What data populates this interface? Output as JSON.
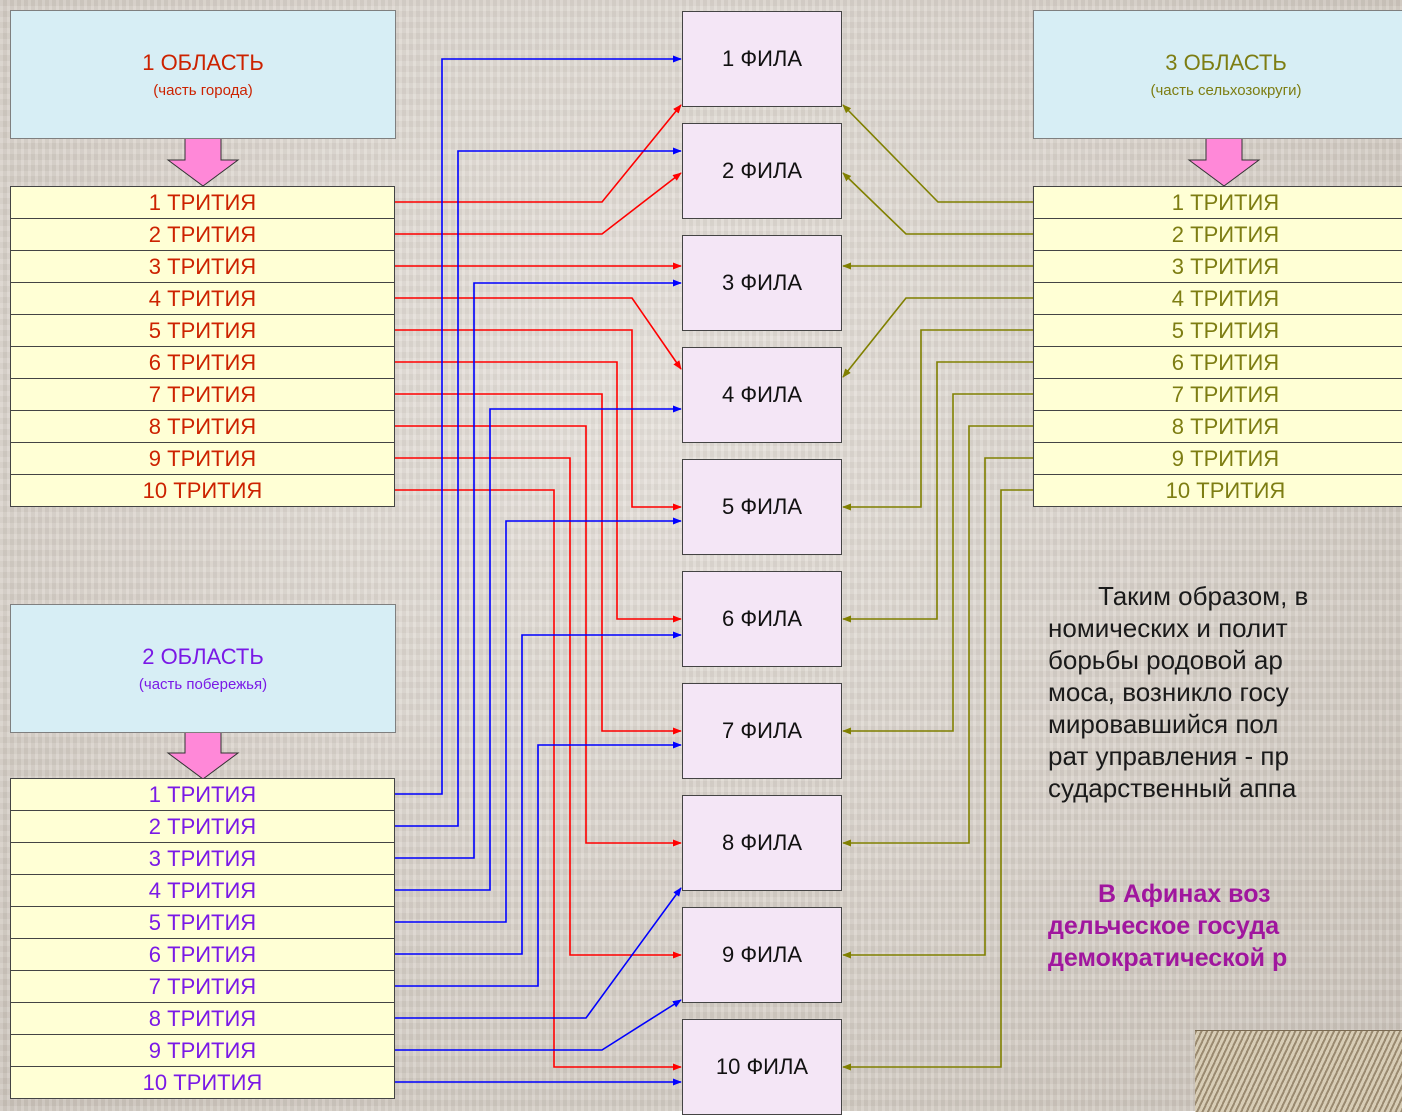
{
  "regions": [
    {
      "title": "1 ОБЛАСТЬ",
      "subtitle": "(часть  города)",
      "color": "#cc2200"
    },
    {
      "title": "2 ОБЛАСТЬ",
      "subtitle": "(часть побережья)",
      "color": "#7a19e6"
    },
    {
      "title": "3 ОБЛАСТЬ",
      "subtitle": "(часть сельхозокруги)",
      "color": "#7d7d12"
    }
  ],
  "trittyes": [
    "1 ТРИТИЯ",
    "2 ТРИТИЯ",
    "3 ТРИТИЯ",
    "4 ТРИТИЯ",
    "5 ТРИТИЯ",
    "6 ТРИТИЯ",
    "7 ТРИТИЯ",
    "8 ТРИТИЯ",
    "9 ТРИТИЯ",
    "10 ТРИТИЯ"
  ],
  "phylai": [
    "1 ФИЛА",
    "2 ФИЛА",
    "3 ФИЛА",
    "4 ФИЛА",
    "5 ФИЛА",
    "6 ФИЛА",
    "7 ФИЛА",
    "8 ФИЛА",
    "9 ФИЛА",
    "10 ФИЛА"
  ],
  "connections": {
    "region1": [
      1,
      2,
      3,
      4,
      5,
      6,
      7,
      8,
      9,
      10
    ],
    "region2": [
      1,
      2,
      3,
      4,
      5,
      6,
      7,
      8,
      9,
      10
    ],
    "region3": [
      1,
      2,
      3,
      4,
      5,
      6,
      7,
      8,
      9,
      10
    ]
  },
  "text": {
    "para_lines": [
      "Таким образом, в",
      "номических и полит",
      "борьбы родовой ар",
      "моса, возникло госу",
      "мировавшийся  пол",
      "рат управления - пр",
      "сударственный аппа"
    ],
    "bold_lines": [
      "В  Афинах  воз",
      "дельческое  госуда",
      "демократической р"
    ]
  },
  "colors": {
    "region1": "#ff0000",
    "region2": "#0000ff",
    "region3": "#808000",
    "region_box": "#d7eef5",
    "trittys_box": "#ffffd5",
    "phyle_box": "#f4e6f6",
    "arrow": "#ff88d8",
    "bold_text": "#a0169e"
  }
}
